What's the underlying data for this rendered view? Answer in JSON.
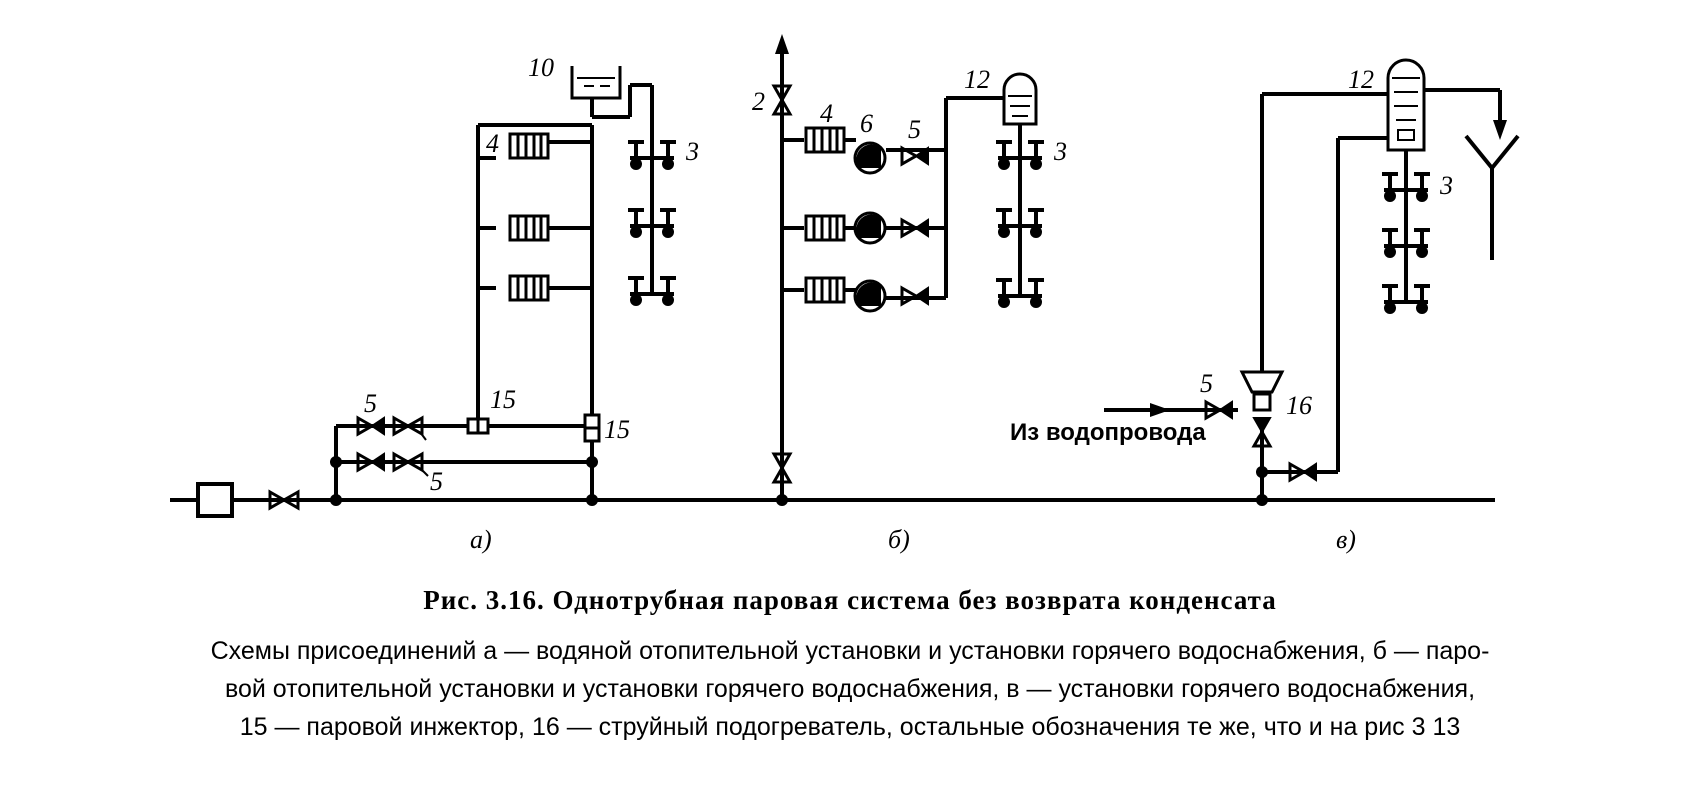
{
  "labels": {
    "n10": "10",
    "n4a": "4",
    "n3a": "3",
    "n5a_top": "5",
    "n15a_left": "15",
    "n15a_right": "15",
    "n5a_bottom": "5",
    "n2b": "2",
    "n4b": "4",
    "n6b": "6",
    "n5b": "5",
    "n12b": "12",
    "n3b": "3",
    "n12c": "12",
    "n3c": "3",
    "n5c": "5",
    "n16c": "16",
    "water_source": "Из водопровода"
  },
  "panels": [
    "а)",
    "б)",
    "в)"
  ],
  "caption": {
    "title": "Рис. 3.16. Однотрубная паровая система без возврата конденсата",
    "line1": "Схемы присоединений  а — водяной отопительной установки и установки горячего водоснабжения, б — паро-",
    "line2": "вой отопительной установки и установки горячего водоснабжения, в — установки горячего водоснабжения,",
    "line3": "15 — паровой инжектор, 16 — струйный подогреватель, остальные обозначения те же, что и на рис  3 13"
  }
}
